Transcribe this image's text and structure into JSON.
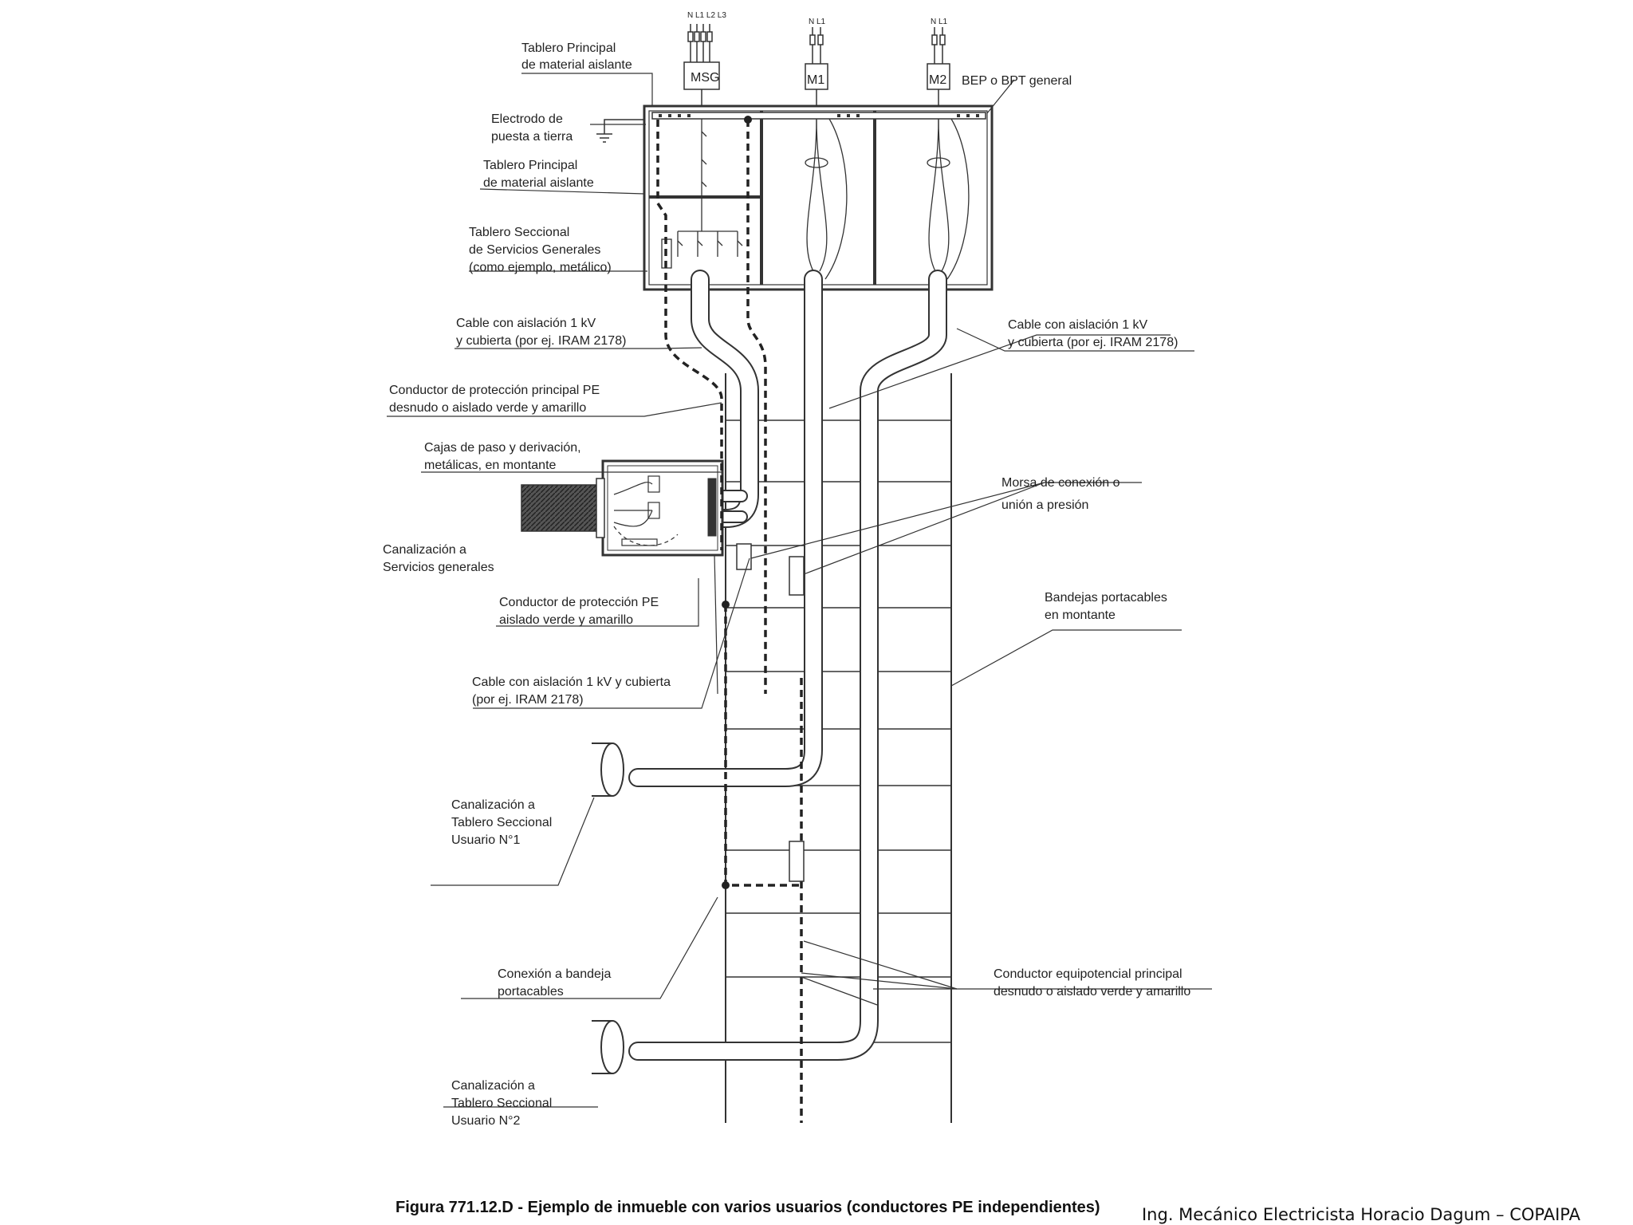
{
  "figure": {
    "labels": {
      "tablero_principal_top": [
        "Tablero Principal",
        "de material aislante"
      ],
      "electrodo": [
        "Electrodo de",
        "puesta a tierra"
      ],
      "tablero_principal_mid": [
        "Tablero Principal",
        "de material aislante"
      ],
      "tablero_seccional": [
        "Tablero Seccional",
        "de Servicios Generales",
        "(como ejemplo, metálico)"
      ],
      "cable_left": [
        "Cable con aislación 1 kV",
        "y cubierta (por ej. IRAM 2178)"
      ],
      "cable_right": [
        "Cable con aislación 1 kV",
        "y cubierta (por ej. IRAM 2178)"
      ],
      "conductor_pe_principal": [
        "Conductor de protección principal PE",
        "desnudo o aislado verde y amarillo"
      ],
      "cajas_paso": [
        "Cajas de paso y derivación,",
        "metálicas, en montante"
      ],
      "morsa": [
        "Morsa de conexión o",
        "unión a presión"
      ],
      "canalizacion_servicios": [
        "Canalización a",
        "Servicios generales"
      ],
      "conductor_pe": [
        "Conductor de protección PE",
        "aislado verde y amarillo"
      ],
      "bandejas": [
        "Bandejas portacables",
        "en montante"
      ],
      "cable_bottom": [
        "Cable con aislación 1 kV y cubierta",
        "(por ej. IRAM 2178)"
      ],
      "canalizacion_u1": [
        "Canalización a",
        "Tablero Seccional",
        "Usuario N°1"
      ],
      "conexion_bandeja": [
        "Conexión a bandeja",
        "portacables"
      ],
      "conductor_equipotencial": [
        "Conductor equipotencial principal",
        "desnudo o aislado verde y amarillo"
      ],
      "canalizacion_u2": [
        "Canalización a",
        "Tablero Seccional",
        "Usuario N°2"
      ],
      "bep": "BEP o BPT general",
      "meter_msg": "MSG",
      "meter_m1": "M1",
      "meter_m2": "M2",
      "phases_msg": "N L1 L2 L3",
      "phases_m1": "N L1",
      "phases_m2": "N L1"
    },
    "caption": "Figura 771.12.D - Ejemplo de inmueble con varios usuarios (conductores PE independientes)"
  },
  "footer": "Ing. Mecánico Electricista Horacio Dagum – COPAIPA"
}
